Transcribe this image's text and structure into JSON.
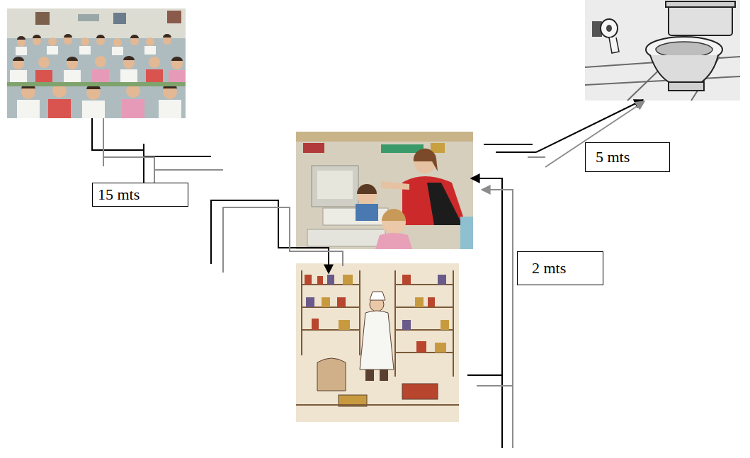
{
  "diagram": {
    "nodes": [
      {
        "text": [
          "5 mts"
        ]
      },
      {
        "text": [
          "15 mts"
        ]
      },
      {
        "text": [
          "2 mts"
        ]
      }
    ]
  }
}
